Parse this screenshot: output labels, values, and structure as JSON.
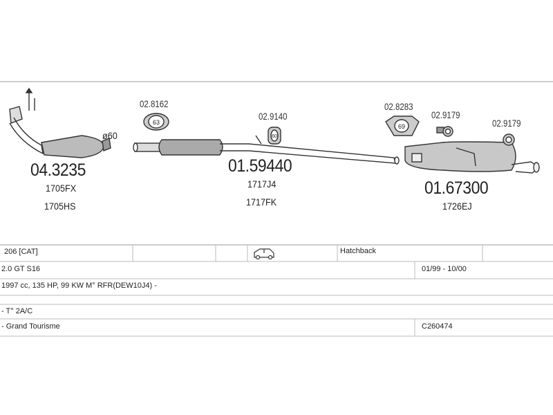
{
  "parts": {
    "catalyst": {
      "number": "04.3235",
      "refs": [
        "1705FX",
        "1705HS"
      ],
      "diameter": "ø60"
    },
    "middle": {
      "number": "01.59440",
      "refs": [
        "1717J4",
        "1717FK"
      ]
    },
    "rear": {
      "number": "01.67300",
      "refs": [
        "1726EJ"
      ]
    },
    "clamp_1": {
      "number": "02.8162",
      "badge": "63"
    },
    "hanger_1": {
      "number": "02.9140",
      "badge": "60"
    },
    "clamp_2": {
      "number": "02.8283",
      "badge": "69"
    },
    "hanger_2": {
      "number": "02.9179"
    },
    "hanger_3": {
      "number": "02.9179"
    }
  },
  "vehicle": {
    "model": "206  [CAT]",
    "body_type": "Hatchback",
    "version": "2.0 GT S16",
    "years": "01/99 - 10/00",
    "engine": "1997 cc, 135 HP, 99 KW M° RFR(DEW10J4) -",
    "note_1": "- T° 2A/C",
    "note_2": "- Grand Tourisme",
    "code": "C260474"
  }
}
